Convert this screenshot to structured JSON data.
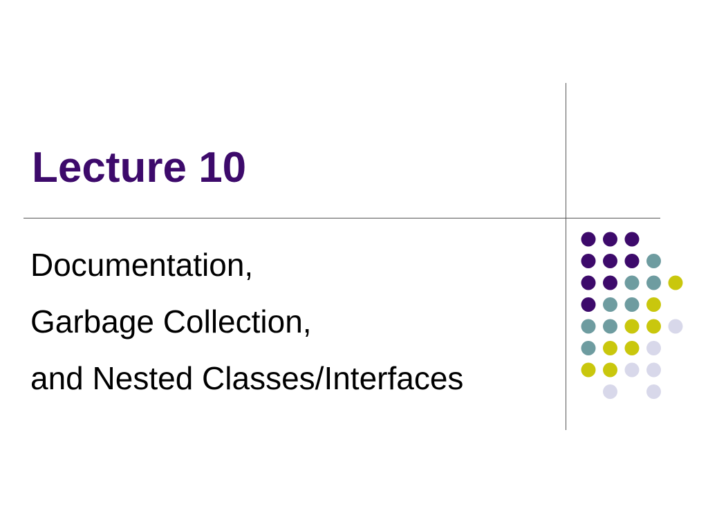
{
  "slide": {
    "title": "Lecture 10",
    "subtitle_lines": [
      "Documentation,",
      "Garbage Collection,",
      "and Nested Classes/Interfaces"
    ]
  },
  "colors": {
    "title": "#3d0a6b",
    "text": "#000000",
    "rule": "#555555",
    "dot_purple": "#3d0a6b",
    "dot_teal": "#6e9ca0",
    "dot_olive": "#c9c70d",
    "dot_lavender": "#d8d8ea"
  },
  "decoration": {
    "dot_grid_rows": [
      [
        "purple",
        "purple",
        "purple",
        "",
        "",
        ""
      ],
      [
        "purple",
        "purple",
        "purple",
        "teal",
        "",
        ""
      ],
      [
        "purple",
        "purple",
        "teal",
        "teal",
        "olive",
        ""
      ],
      [
        "purple",
        "teal",
        "teal",
        "olive",
        "",
        ""
      ],
      [
        "teal",
        "teal",
        "olive",
        "olive",
        "lavender",
        ""
      ],
      [
        "teal",
        "olive",
        "olive",
        "lavender",
        "",
        ""
      ],
      [
        "olive",
        "olive",
        "lavender",
        "lavender",
        "",
        ""
      ],
      [
        "",
        "lavender",
        "",
        "lavender",
        "",
        ""
      ]
    ]
  }
}
